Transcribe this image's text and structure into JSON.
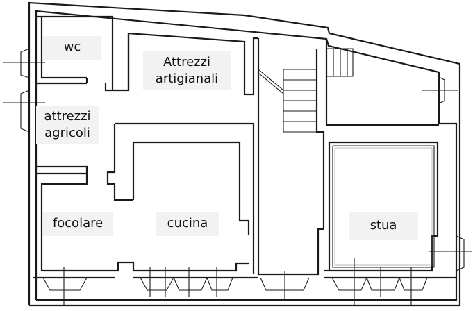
{
  "rooms": {
    "wc": "wc",
    "attrezzi_artigianali": "Attrezzi\nartigianali",
    "attrezzi_agricoli": "attrezzi\nagricoli",
    "focolare": "focolare",
    "cucina": "cucina",
    "stua": "stua"
  },
  "colors": {
    "wall": "#1a1a1a",
    "label_bg": "#f2f2f2",
    "background": "#ffffff"
  }
}
